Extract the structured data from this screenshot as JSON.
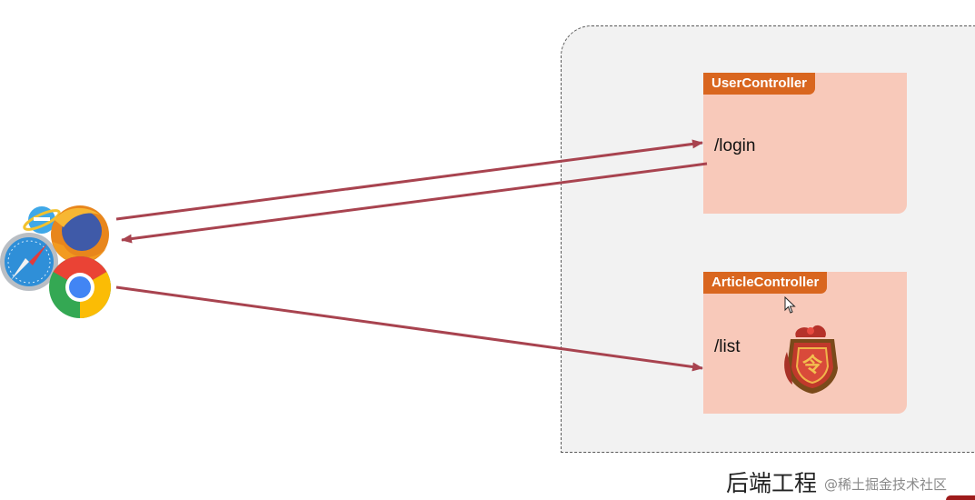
{
  "backend": {
    "title": "后端工程",
    "controllers": [
      {
        "name": "UserController",
        "route": "/login"
      },
      {
        "name": "ArticleController",
        "route": "/list"
      }
    ]
  },
  "watermark": "@稀土掘金技术社区",
  "client": {
    "icons": [
      "internet-explorer-icon",
      "firefox-icon",
      "safari-icon",
      "chrome-icon"
    ]
  },
  "colors": {
    "arrow": "#a8434f",
    "controller_fill": "#f8c9ba",
    "controller_tag": "#d9661f",
    "backend_bg": "#f2f2f2"
  }
}
